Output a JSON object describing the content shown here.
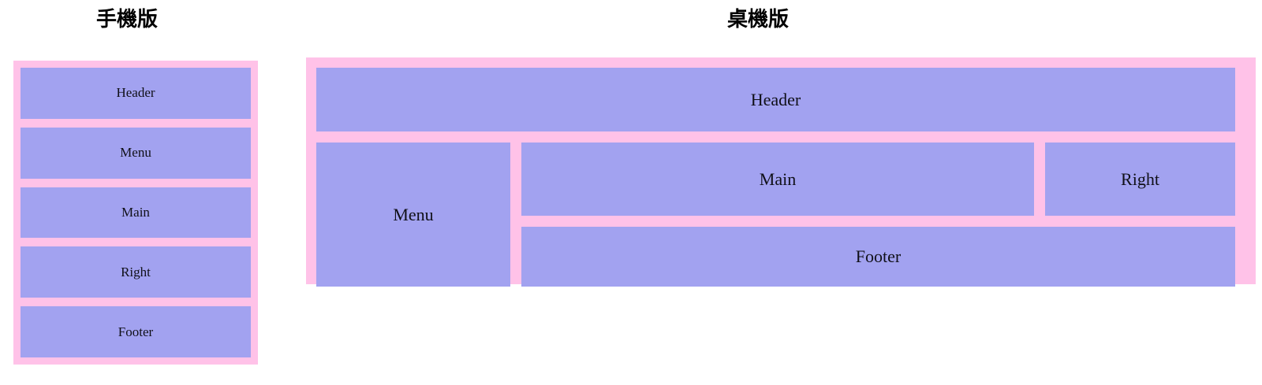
{
  "page": {
    "background_color": "#ffffff",
    "block_color": "#a2a2f0",
    "frame_color": "#ffc2e8",
    "text_color": "#101018"
  },
  "sections": {
    "mobile": {
      "title": "手機版",
      "blocks": [
        {
          "label": "Header"
        },
        {
          "label": "Menu"
        },
        {
          "label": "Main"
        },
        {
          "label": "Right"
        },
        {
          "label": "Footer"
        }
      ]
    },
    "desktop": {
      "title": "桌機版",
      "blocks": {
        "header": {
          "label": "Header"
        },
        "menu": {
          "label": "Menu"
        },
        "main": {
          "label": "Main"
        },
        "right": {
          "label": "Right"
        },
        "footer": {
          "label": "Footer"
        }
      }
    }
  }
}
